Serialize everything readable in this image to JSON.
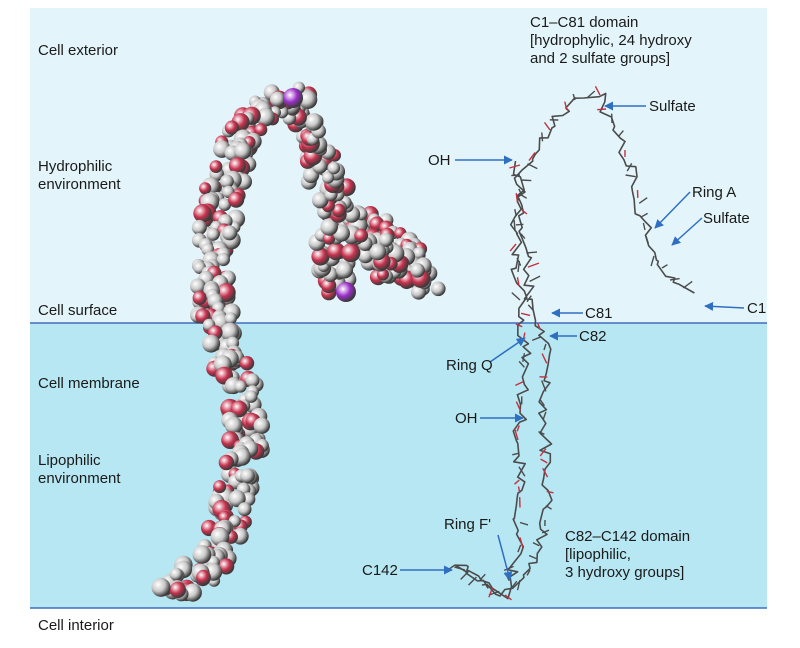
{
  "colors": {
    "exterior_bg": "#e3f5fb",
    "membrane_bg": "#b7e7f3",
    "boundary_line": "#3f6fc0",
    "arrow": "#2f6fc2",
    "atom_grey": "#c7c7c7",
    "atom_red": "#c8324e",
    "atom_purple": "#9b2fc9",
    "stick": "#4b4b4b",
    "stick_red": "#c43040"
  },
  "zones": {
    "cell_exterior": "Cell exterior",
    "hydrophilic_env": "Hydrophilic\nenvironment",
    "cell_surface": "Cell surface",
    "cell_membrane": "Cell membrane",
    "lipophilic_env": "Lipophilic\nenvironment",
    "cell_interior": "Cell interior"
  },
  "domains": {
    "c1_c81": "C1–C81 domain\n[hydrophylic, 24 hydroxy\nand 2 sulfate groups]",
    "c82_c142": "C82–C142 domain\n[lipophilic,\n3 hydroxy groups]"
  },
  "annotations": {
    "sulfate_top": "Sulfate",
    "oh_top": "OH",
    "ring_a": "Ring A",
    "sulfate_mid": "Sulfate",
    "c1": "C1",
    "c81": "C81",
    "c82": "C82",
    "ring_q": "Ring Q",
    "oh_mid": "OH",
    "ring_f": "Ring F'",
    "c142": "C142"
  }
}
